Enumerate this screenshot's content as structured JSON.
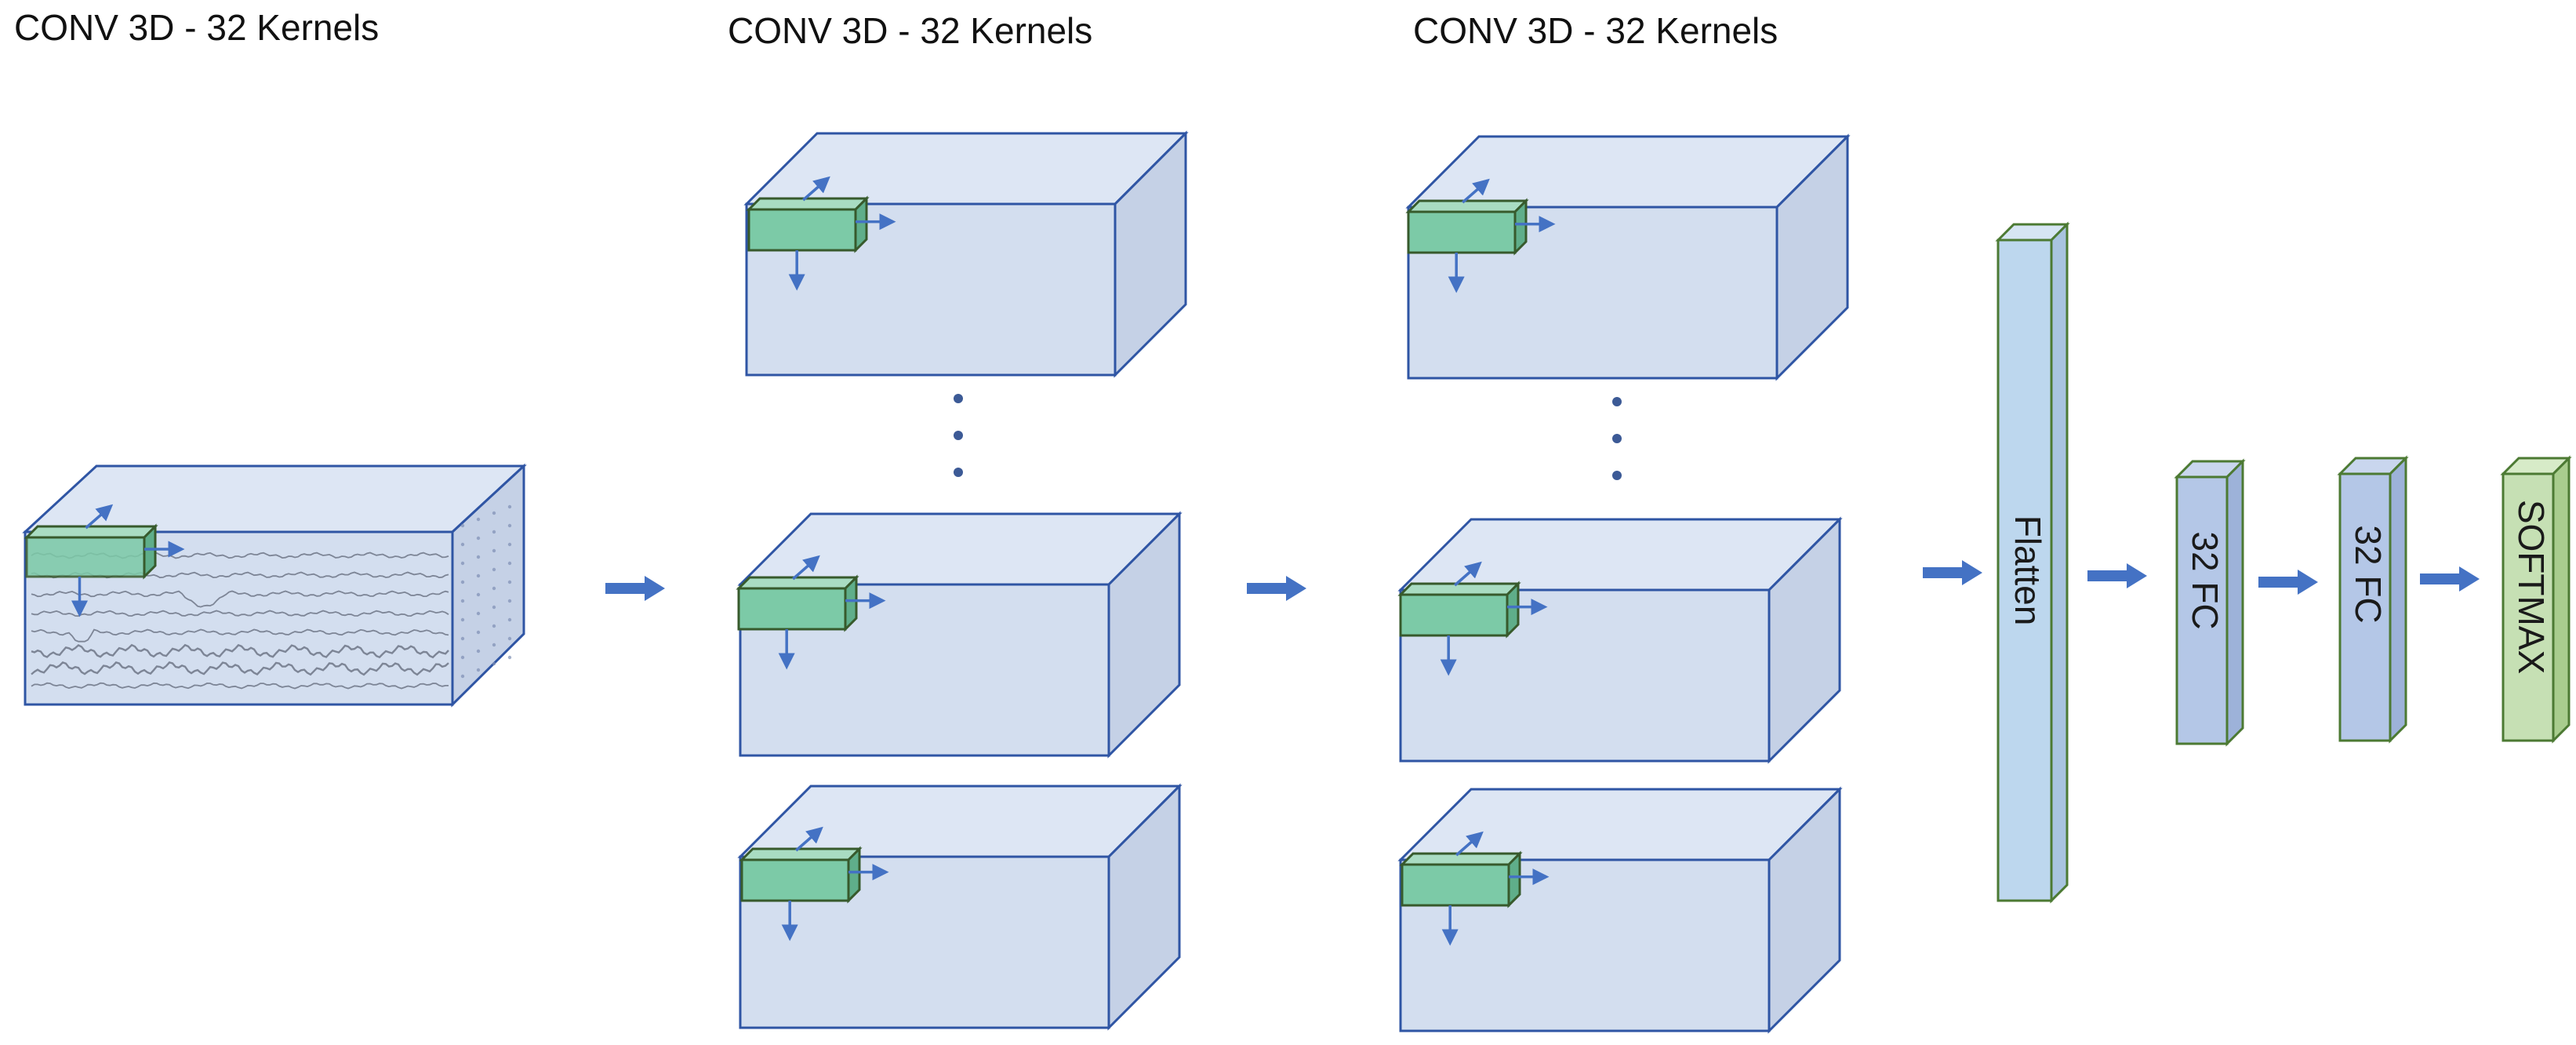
{
  "titles": {
    "col1": "CONV 3D - 32 Kernels",
    "col2": "CONV 3D - 32 Kernels",
    "col3": "CONV 3D - 32 Kernels"
  },
  "layers": {
    "flatten": "Flatten",
    "fc1": "32 FC",
    "fc2": "32 FC",
    "softmax": "SOFTMAX"
  },
  "colors": {
    "volume_front": "#d3deef",
    "volume_top": "#dde6f4",
    "volume_side": "#c5d1e6",
    "volume_edge": "#2f55a4",
    "kernel_front": "#7ccaa7",
    "kernel_top": "#a9dcc2",
    "kernel_side": "#5fae8a",
    "kernel_edge": "#375a2c",
    "arrow": "#4472c4",
    "flatten_fill": "#bdd7ee",
    "fc_fill": "#b4c7e7",
    "softmax_fill": "#c6e0b4",
    "bar_edge": "#4c7a33",
    "dots": "#3c5a96"
  }
}
